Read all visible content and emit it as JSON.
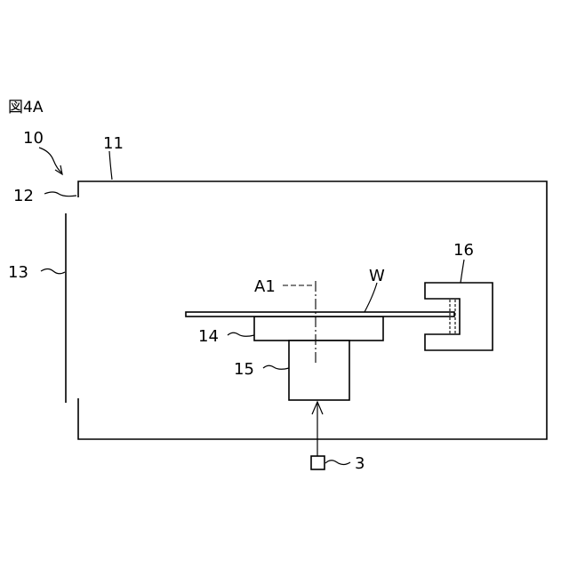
{
  "figure_label": "図4A",
  "labels": {
    "device": "10",
    "chamber": "11",
    "opening": "12",
    "shutter": "13",
    "holder": "14",
    "shaft": "15",
    "gripper": "16",
    "axis": "A1",
    "wafer": "W",
    "drive": "3"
  }
}
